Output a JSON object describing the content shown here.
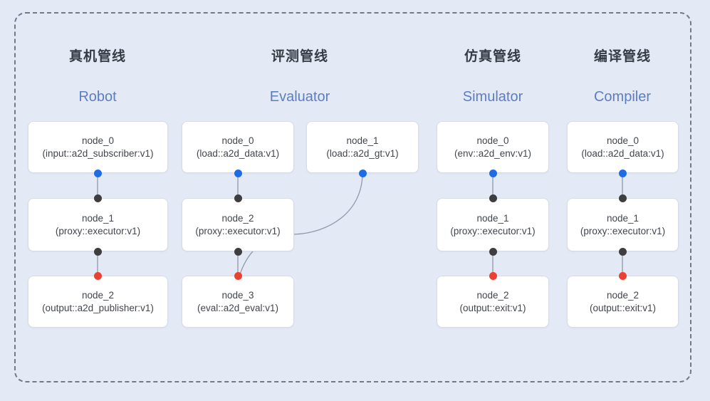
{
  "frame": {
    "style": "dashed-rounded-rect"
  },
  "colors": {
    "background": "#e4e9f6",
    "frame_dash": "#737a87",
    "title_zh": "#363b44",
    "title_en": "#5b7ec3",
    "node_text": "#41454c",
    "node_border": "#d8dce5",
    "connector": "#8f99a9",
    "dot_blue": "#1e6be4",
    "dot_black": "#3e3e40",
    "dot_red": "#ea4130"
  },
  "pipelines": [
    {
      "title_zh": "真机管线",
      "title_en": "Robot",
      "nodes": [
        {
          "name": "node_0",
          "type": "(input::a2d_subscriber:v1)"
        },
        {
          "name": "node_1",
          "type": "(proxy::executor:v1)"
        },
        {
          "name": "node_2",
          "type": "(output::a2d_publisher:v1)"
        }
      ]
    },
    {
      "title_zh": "评测管线",
      "title_en": "Evaluator",
      "nodes": [
        {
          "name": "node_0",
          "type": "(load::a2d_data:v1)"
        },
        {
          "name": "node_1",
          "type": "(load::a2d_gt:v1)"
        },
        {
          "name": "node_2",
          "type": "(proxy::executor:v1)"
        },
        {
          "name": "node_3",
          "type": "(eval::a2d_eval:v1)"
        }
      ]
    },
    {
      "title_zh": "仿真管线",
      "title_en": "Simulator",
      "nodes": [
        {
          "name": "node_0",
          "type": "(env::a2d_env:v1)"
        },
        {
          "name": "node_1",
          "type": "(proxy::executor:v1)"
        },
        {
          "name": "node_2",
          "type": "(output::exit:v1)"
        }
      ]
    },
    {
      "title_zh": "编译管线",
      "title_en": "Compiler",
      "nodes": [
        {
          "name": "node_0",
          "type": "(load::a2d_data:v1)"
        },
        {
          "name": "node_1",
          "type": "(proxy::executor:v1)"
        },
        {
          "name": "node_2",
          "type": "(output::exit:v1)"
        }
      ]
    }
  ]
}
